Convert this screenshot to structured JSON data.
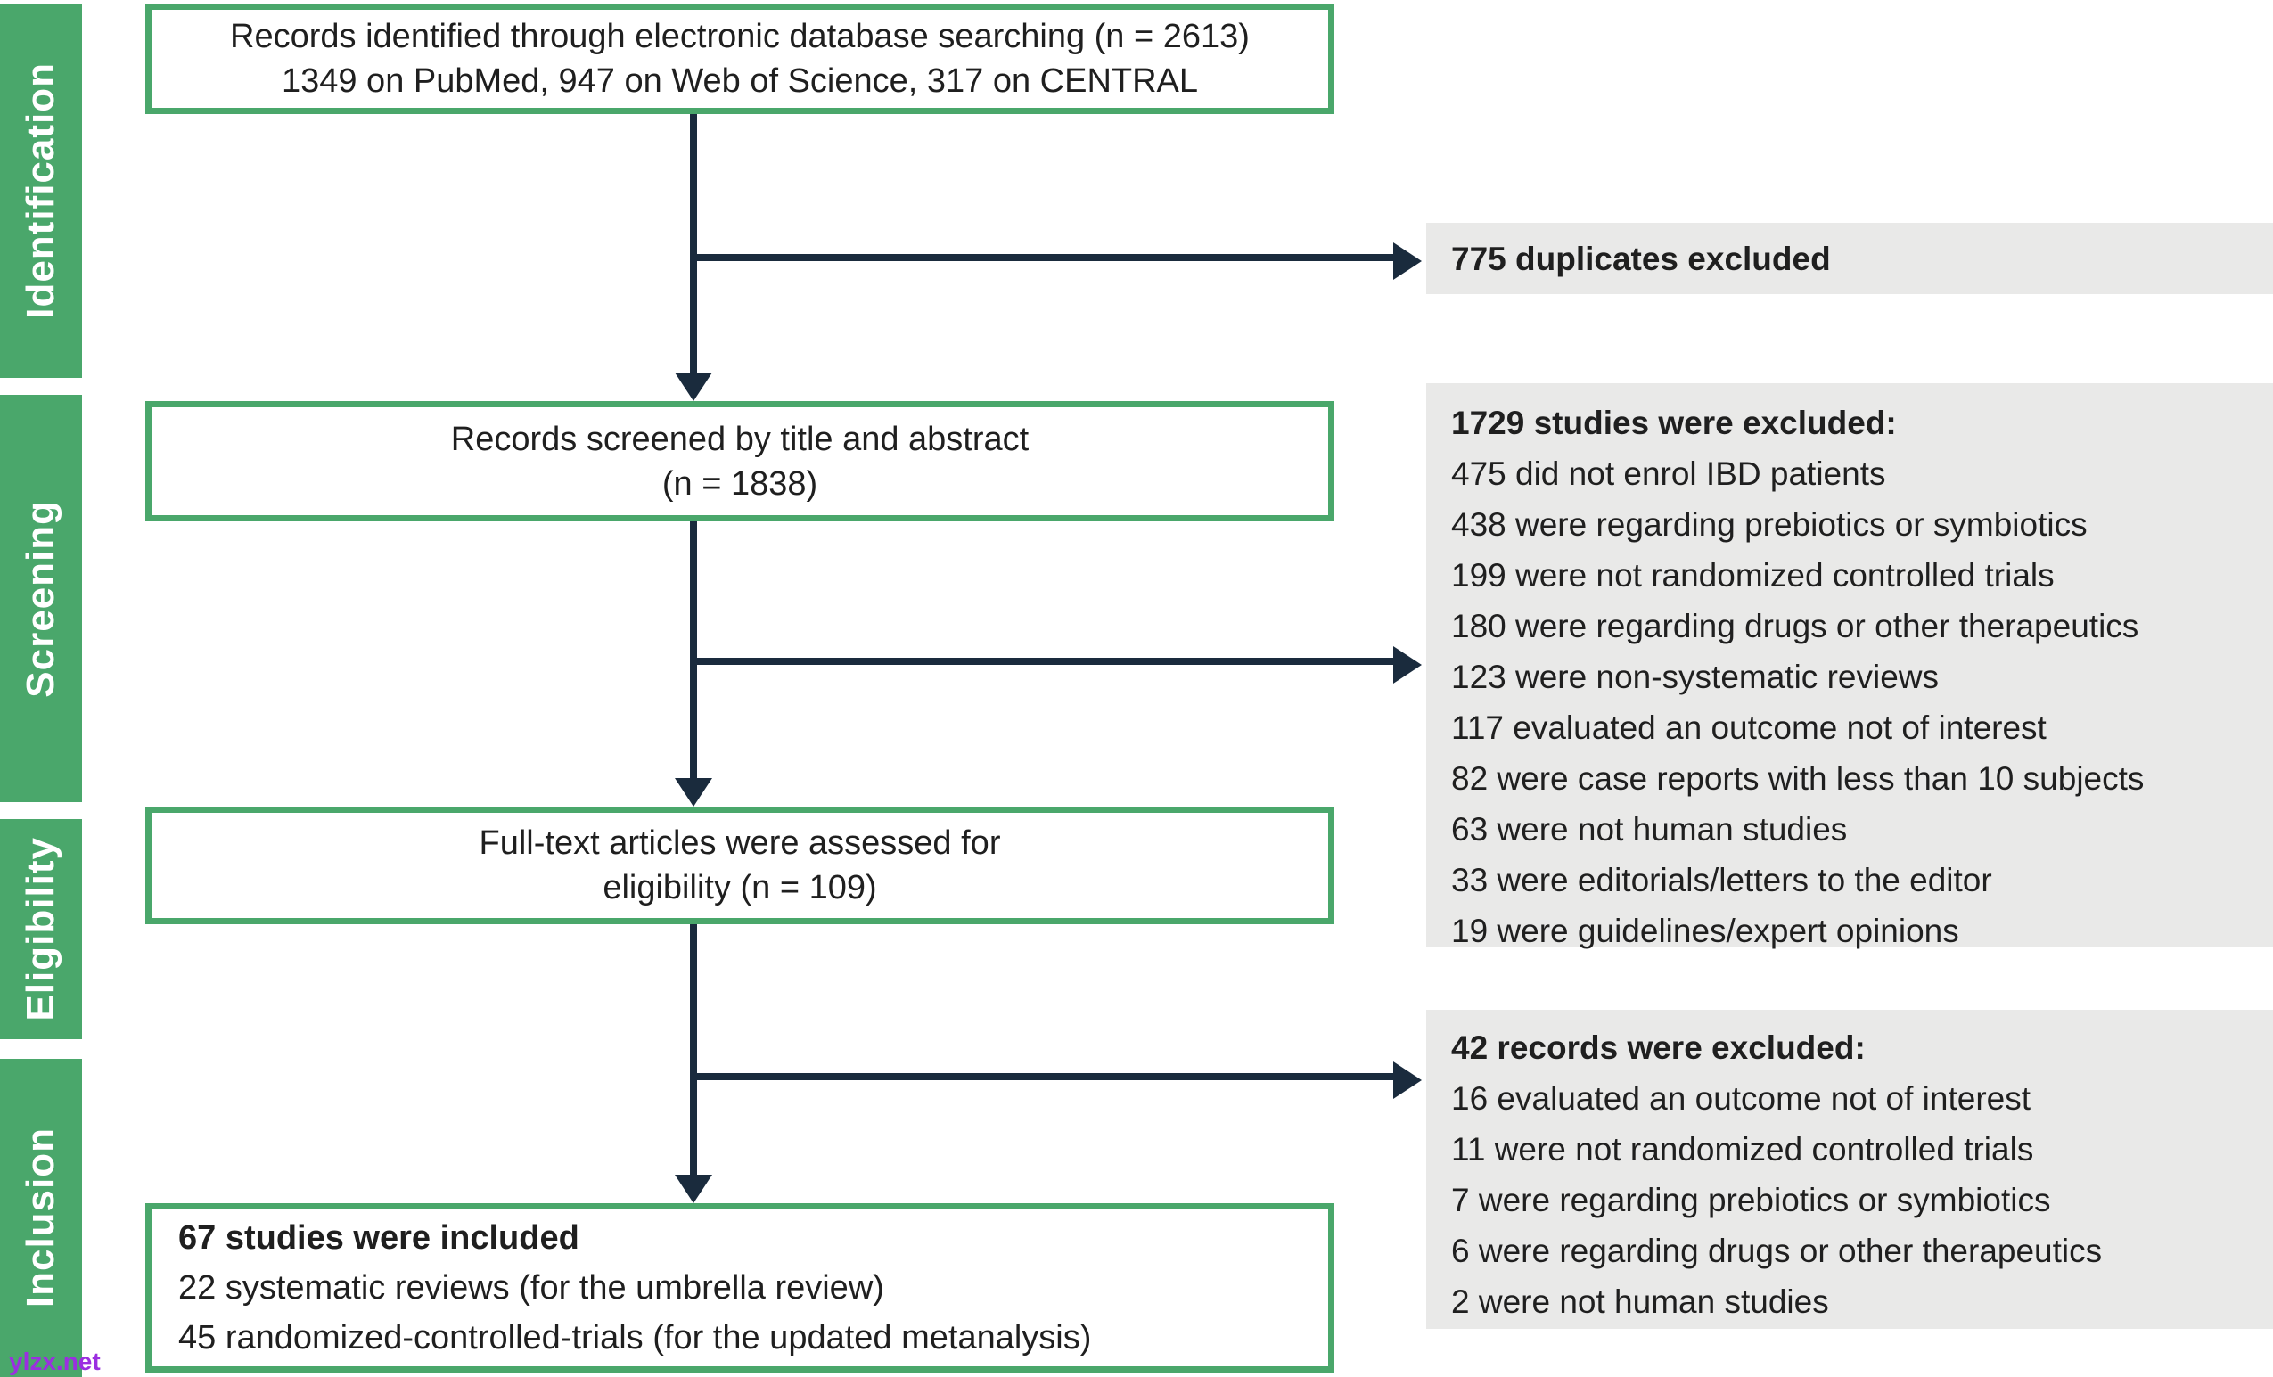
{
  "palette": {
    "stage_green": "#4aa76b",
    "box_border_green": "#4aa76b",
    "arrow_navy": "#1a2b3d",
    "excluded_gray": "#e9e9e8",
    "watermark_purple": "#9b2fe0"
  },
  "sidebar": {
    "stages": [
      {
        "label": "Identification"
      },
      {
        "label": "Screening"
      },
      {
        "label": "Eligibility"
      },
      {
        "label": "Inclusion"
      }
    ]
  },
  "flow": {
    "identified": {
      "line1": "Records identified through electronic database searching (n = 2613)",
      "line2": "1349 on PubMed, 947 on Web of Science, 317 on CENTRAL"
    },
    "screened": {
      "line1": "Records screened by title and abstract",
      "line2": "(n = 1838)"
    },
    "fulltext": {
      "line1": "Full-text articles were assessed for",
      "line2": "eligibility (n = 109)"
    },
    "included": {
      "title": "67 studies were included",
      "line2": "22 systematic reviews (for the umbrella review)",
      "line3": "45 randomized-controlled-trials (for the updated metanalysis)"
    }
  },
  "exclusions": {
    "duplicates": {
      "title": "775 duplicates excluded"
    },
    "screening": {
      "title": "1729 studies were excluded:",
      "items": [
        "475 did not enrol IBD patients",
        "438 were regarding prebiotics or symbiotics",
        "199 were not randomized controlled trials",
        "180 were regarding drugs or other therapeutics",
        "123 were non-systematic reviews",
        "117 evaluated an outcome not of interest",
        "82 were case reports with less than 10 subjects",
        "63 were not human studies",
        "33 were editorials/letters to the editor",
        "19 were guidelines/expert opinions"
      ]
    },
    "eligibility": {
      "title": "42 records were excluded:",
      "items": [
        "16 evaluated an outcome not of interest",
        "11 were not randomized controlled trials",
        "7 were regarding prebiotics or symbiotics",
        "6 were regarding drugs or other therapeutics",
        "2 were not human studies"
      ]
    }
  },
  "watermark": "ylzx.net"
}
